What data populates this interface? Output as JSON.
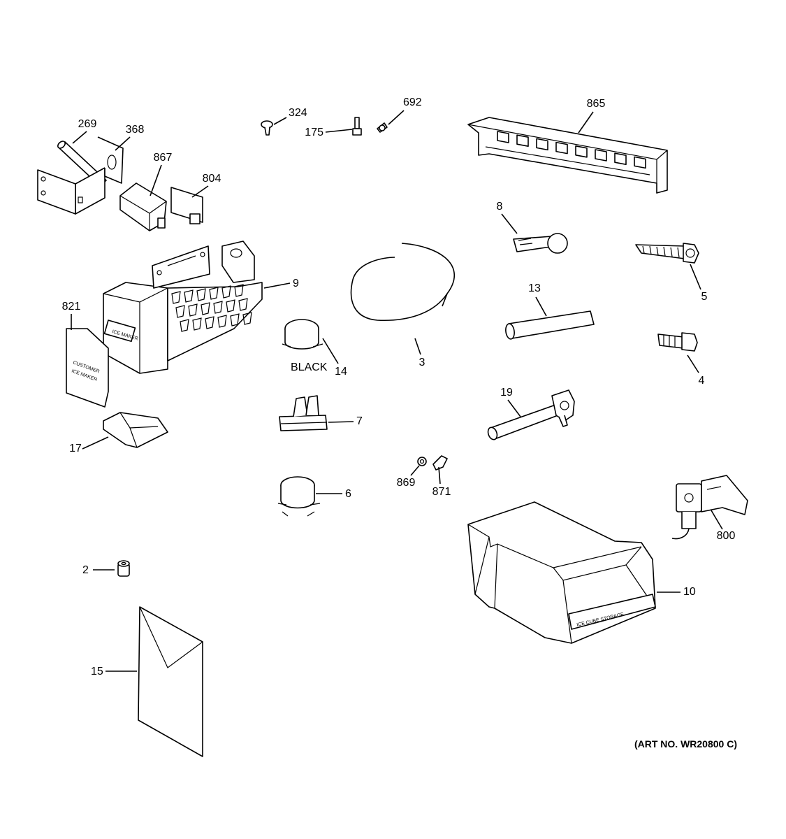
{
  "diagram": {
    "art_number": "(ART NO. WR20800 C)",
    "extra_text": {
      "black": "BLACK",
      "ice_maker_label": "ICE MAKER",
      "bin_label": "ICE CUBE STORAGE",
      "card_line1": "CUSTOMER",
      "card_line2": "ICE MAKER"
    },
    "parts": [
      {
        "id": "269"
      },
      {
        "id": "368"
      },
      {
        "id": "867"
      },
      {
        "id": "804"
      },
      {
        "id": "324"
      },
      {
        "id": "175"
      },
      {
        "id": "692"
      },
      {
        "id": "865"
      },
      {
        "id": "8"
      },
      {
        "id": "5"
      },
      {
        "id": "9"
      },
      {
        "id": "821"
      },
      {
        "id": "3"
      },
      {
        "id": "13"
      },
      {
        "id": "14"
      },
      {
        "id": "4"
      },
      {
        "id": "7"
      },
      {
        "id": "19"
      },
      {
        "id": "17"
      },
      {
        "id": "869"
      },
      {
        "id": "871"
      },
      {
        "id": "6"
      },
      {
        "id": "800"
      },
      {
        "id": "10"
      },
      {
        "id": "2"
      },
      {
        "id": "15"
      }
    ]
  }
}
